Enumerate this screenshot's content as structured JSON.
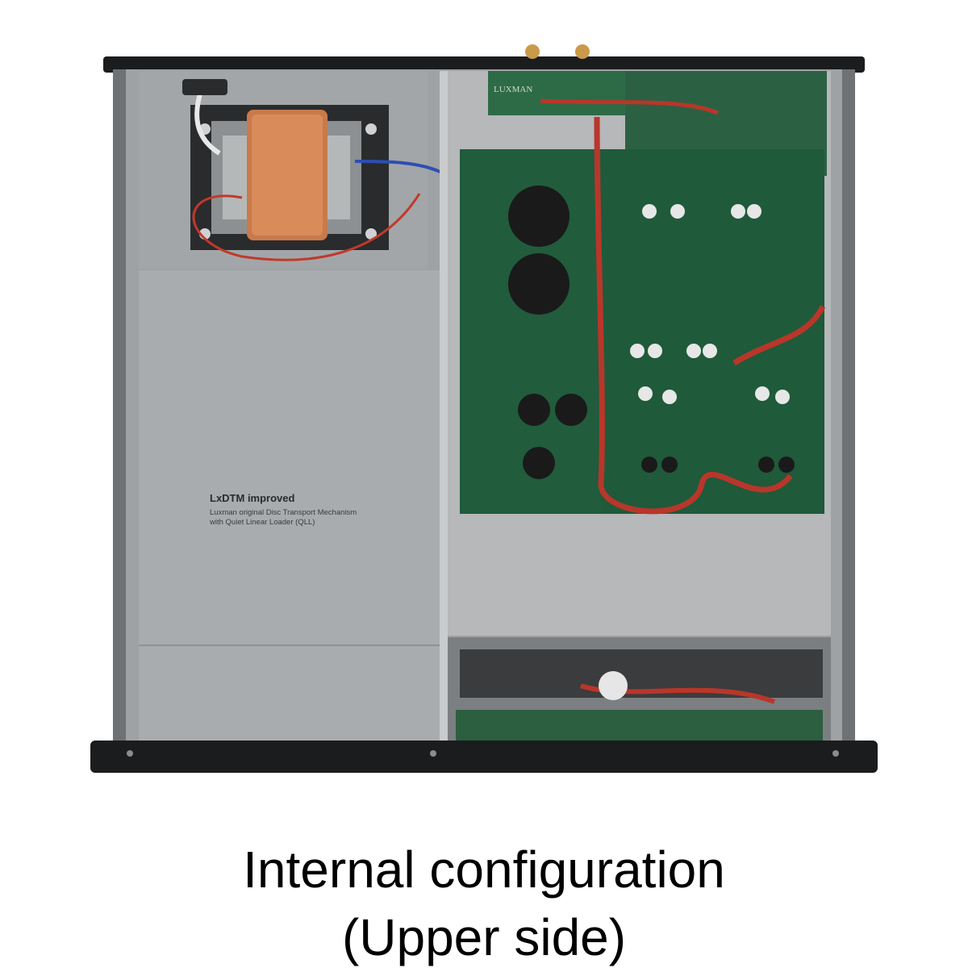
{
  "mechanism": {
    "title": "LxDTM improved",
    "line1": "Luxman original Disc Transport Mechanism",
    "line2": "with Quiet Linear Loader (QLL)"
  },
  "pcb": {
    "brand": "LUXMAN"
  },
  "caption": {
    "line1": "Internal configuration",
    "line2": "(Upper side)"
  },
  "colors": {
    "chassis": "#9a9d9f",
    "pcb": "#1f5a3a",
    "copper": "#c87a4a",
    "wire_red": "#c0392b"
  }
}
